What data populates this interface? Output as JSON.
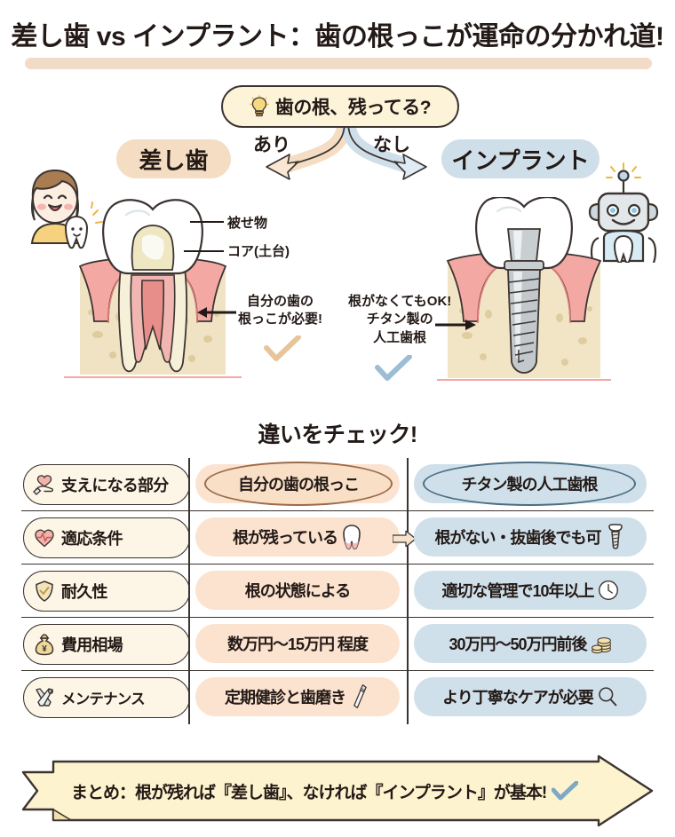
{
  "title": "差し歯 vs インプラント：歯の根っこが運命の分かれ道!",
  "flow": {
    "question": "歯の根、残ってる?",
    "question_icon": "lightbulb-icon",
    "branch_yes": "あり",
    "branch_no": "なし",
    "left_header": "差し歯",
    "right_header": "インプラント",
    "left_character": "girl-with-tooth-icon",
    "right_character": "robot-with-tooth-icon"
  },
  "diagram": {
    "left": {
      "callout_crown": "被せ物",
      "callout_core": "コア(土台)",
      "note": "自分の歯の\n根っこが必要!",
      "note_line1": "自分の歯の",
      "note_line2": "根っこが必要!",
      "check_icon": "check-mark-icon",
      "check_color": "#e8c49a"
    },
    "right": {
      "note_line1": "根がなくてもOK!",
      "note_line2": "チタン製の",
      "note_line3": "人工歯根",
      "check_icon": "check-mark-icon",
      "check_color": "#9cbdd4"
    }
  },
  "section_heading": "違いをチェック!",
  "table": {
    "rows": [
      {
        "icon": "hand-heart-icon",
        "label": "支えになる部分",
        "saししiba": "",
        "left_value": "自分の歯の根っこ",
        "left_style": "oval",
        "right_value": "チタン製の人工歯根",
        "right_style": "oval"
      },
      {
        "icon": "heartbeat-icon",
        "label": "適応条件",
        "left_value": "根が残っている",
        "left_icon": "tooth-icon",
        "middle_icon": "right-arrow-icon",
        "right_value": "根がない・抜歯後でも可",
        "right_icon": "implant-icon"
      },
      {
        "icon": "shield-check-icon",
        "label": "耐久性",
        "left_value": "根の状態による",
        "right_value": "適切な管理で10年以上",
        "right_icon": "clock-icon"
      },
      {
        "icon": "money-bag-icon",
        "label": "費用相場",
        "left_value": "数万円〜15万円",
        "left_value_suffix": "程度",
        "right_value": "30万円〜50万円前後",
        "right_icon": "coins-icon"
      },
      {
        "icon": "tools-icon",
        "label": "メンテナンス",
        "left_value": "定期健診と歯磨き",
        "left_icon": "toothbrush-icon",
        "right_value": "より丁寧なケアが必要",
        "right_icon": "magnifier-icon"
      }
    ]
  },
  "summary": {
    "text": "まとめ：根が残れば『差し歯』、なければ『インプラント』が基本!",
    "check_icon": "check-mark-icon"
  },
  "colors": {
    "title_underline": "#f0dcc8",
    "left_accent": "#f4ddc2",
    "right_accent": "#cfdfe9",
    "bubble_bg": "#fdf3d8",
    "mid_cell": "#fbe3d0",
    "right_cell": "#cfe0ea",
    "summary_bg": "#fdf3cf",
    "ink": "#231916"
  }
}
